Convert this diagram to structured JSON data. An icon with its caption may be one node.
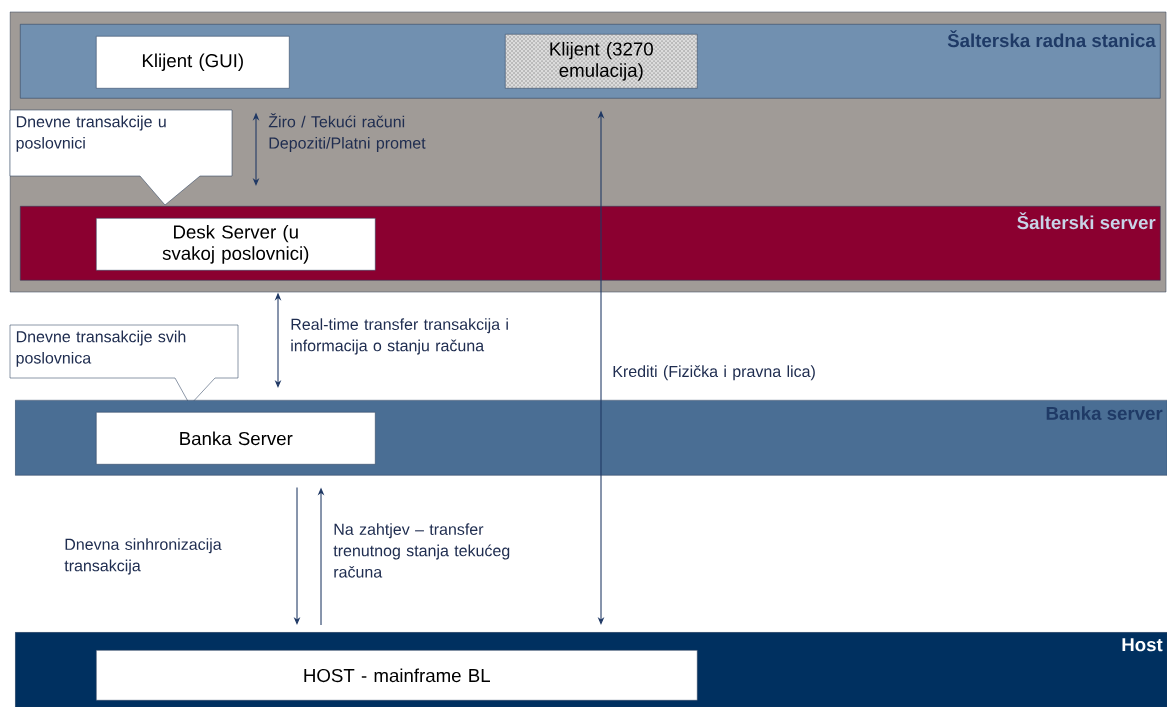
{
  "diagram": {
    "nodes": [
      {
        "text": [
          "Šalterska radna  stanica"
        ]
      },
      {
        "text": [
          "Klijent (GUI)"
        ],
        "in": 0
      },
      {
        "text": [
          "Klijent (3270 emulacija)"
        ],
        "in": 0
      },
      {
        "text": [
          "Dnevne transakcije u poslovnici"
        ]
      },
      {
        "text": [
          "Šalterski server"
        ]
      },
      {
        "text": [
          "Desk Server (u svakoj poslovnici)"
        ],
        "in": 4
      },
      {
        "text": [
          "Dnevne transakcije svih poslovnica"
        ]
      },
      {
        "text": [
          "Banka server"
        ]
      },
      {
        "text": [
          "Banka Server"
        ],
        "in": 7
      },
      {
        "text": [
          "Host"
        ]
      },
      {
        "text": [
          "HOST - mainframe BL"
        ],
        "in": 9
      }
    ],
    "edges": [
      {
        "from": 0,
        "to": 4,
        "arrow": "both",
        "label": "Žiro / Tekući računi Depoziti/Platni promet"
      },
      {
        "from": 4,
        "to": 7,
        "arrow": "both",
        "label": "Real-time transfer transakcija i informacija o stanju računa"
      },
      {
        "from": 2,
        "to": 9,
        "arrow": "both",
        "label": "Krediti (Fizička i pravna lica)"
      },
      {
        "from": 7,
        "to": 9,
        "arrow": "to",
        "label": "Dnevna sinhronizacija transakcija"
      },
      {
        "from": 9,
        "to": 7,
        "arrow": "to",
        "label": "Na zahtjev – transfer trenutnog stanja tekućeg računa"
      }
    ]
  }
}
